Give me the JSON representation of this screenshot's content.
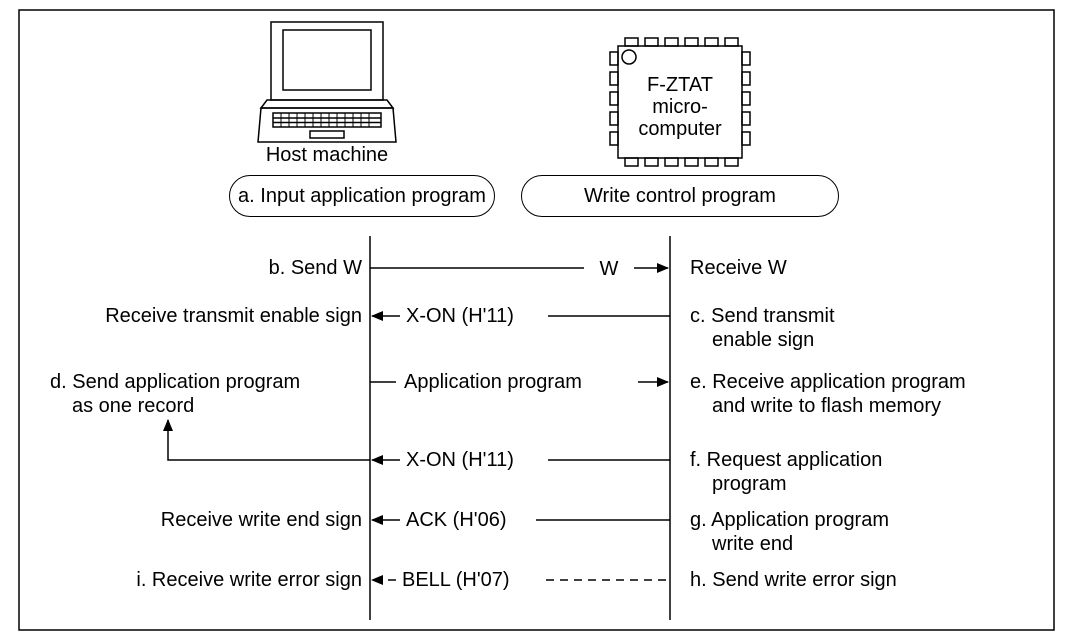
{
  "host": {
    "label": "Host machine",
    "pill": "a. Input application program"
  },
  "chip": {
    "text_line1": "F-ZTAT",
    "text_line2": "micro-",
    "text_line3": "computer",
    "pill": "Write control program"
  },
  "left_steps": {
    "b": "b. Send W",
    "receive_enable": "Receive transmit enable sign",
    "d_line1": "d. Send application program",
    "d_line2": "as one record",
    "receive_end": "Receive write end sign",
    "i": "i. Receive write error sign"
  },
  "right_steps": {
    "receive_w": "Receive W",
    "c_line1": "c. Send transmit",
    "c_line2": "enable sign",
    "e_line1": "e. Receive application program",
    "e_line2": "and write to flash memory",
    "f_line1": "f. Request application",
    "f_line2": "program",
    "g_line1": "g. Application program",
    "g_line2": "write end",
    "h": "h. Send write error sign"
  },
  "messages": {
    "w": "W",
    "xon1": "X-ON (H'11)",
    "app": "Application program",
    "xon2": "X-ON (H'11)",
    "ack": "ACK (H'06)",
    "bell": "BELL (H'07)"
  }
}
